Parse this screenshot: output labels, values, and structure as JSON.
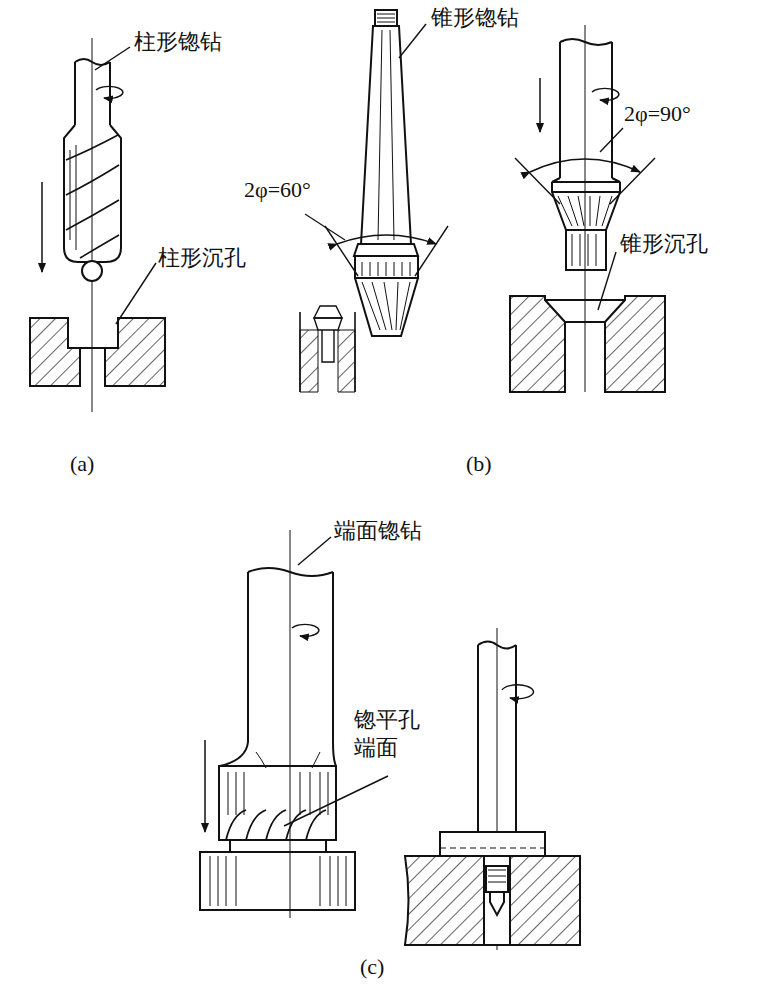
{
  "diagram": {
    "labels": [
      "柱形锪钻",
      "锥形锪钻",
      "2φ=60°",
      "2φ=90°",
      "柱形沉孔",
      "锥形沉孔",
      "(a)",
      "(b)",
      "端面锪钻",
      "锪平孔 端面",
      "(c)"
    ]
  }
}
